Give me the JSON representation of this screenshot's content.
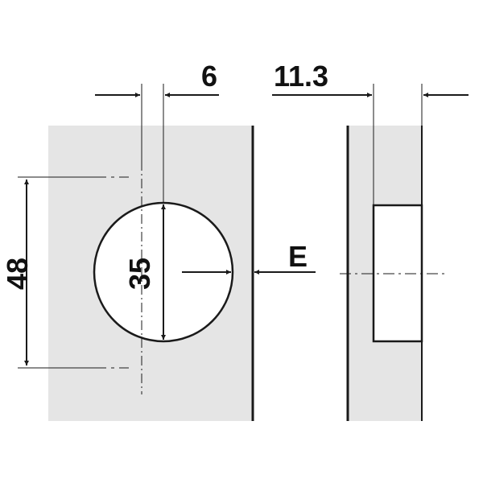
{
  "drawing": {
    "labels": {
      "offset": "6",
      "thickness": "11.3",
      "height": "48",
      "diameter": "35",
      "edge": "E"
    },
    "colors": {
      "panel_fill": "#e5e5e5",
      "line": "#1a1a1a",
      "background": "#ffffff"
    }
  }
}
